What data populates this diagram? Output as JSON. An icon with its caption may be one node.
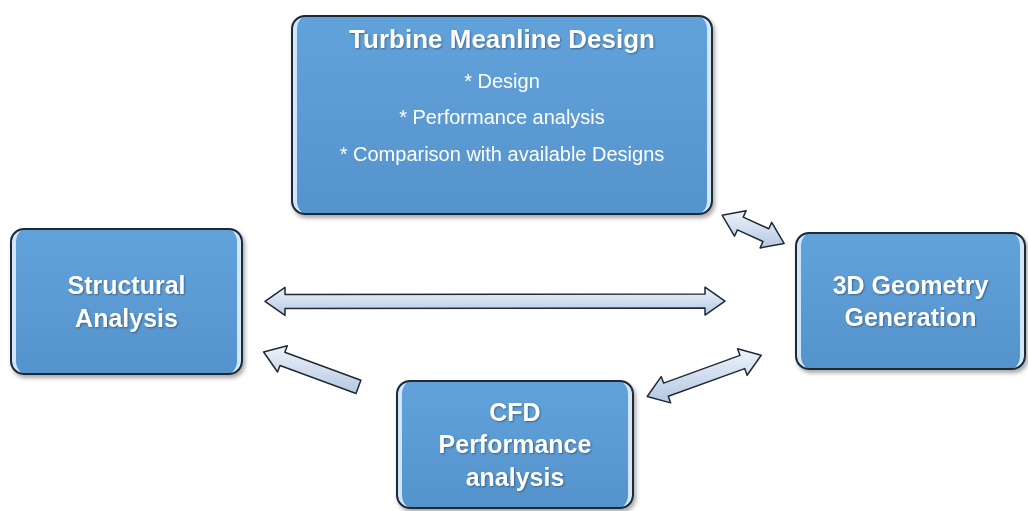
{
  "diagram": {
    "nodes": [
      {
        "text": [
          "Turbine Meanline Design",
          "* Design",
          "* Performance analysis",
          "* Comparison with available Designs"
        ]
      },
      {
        "text": [
          "Structural Analysis"
        ]
      },
      {
        "text": [
          "3D Geometry Generation"
        ]
      },
      {
        "text": [
          "CFD Performance analysis"
        ]
      }
    ],
    "edges": [
      {
        "from": 0,
        "to": 2,
        "arrow": "both"
      },
      {
        "from": 1,
        "to": 2,
        "arrow": "both"
      },
      {
        "from": 3,
        "to": 1,
        "arrow": "to"
      },
      {
        "from": 3,
        "to": 2,
        "arrow": "both"
      }
    ]
  }
}
